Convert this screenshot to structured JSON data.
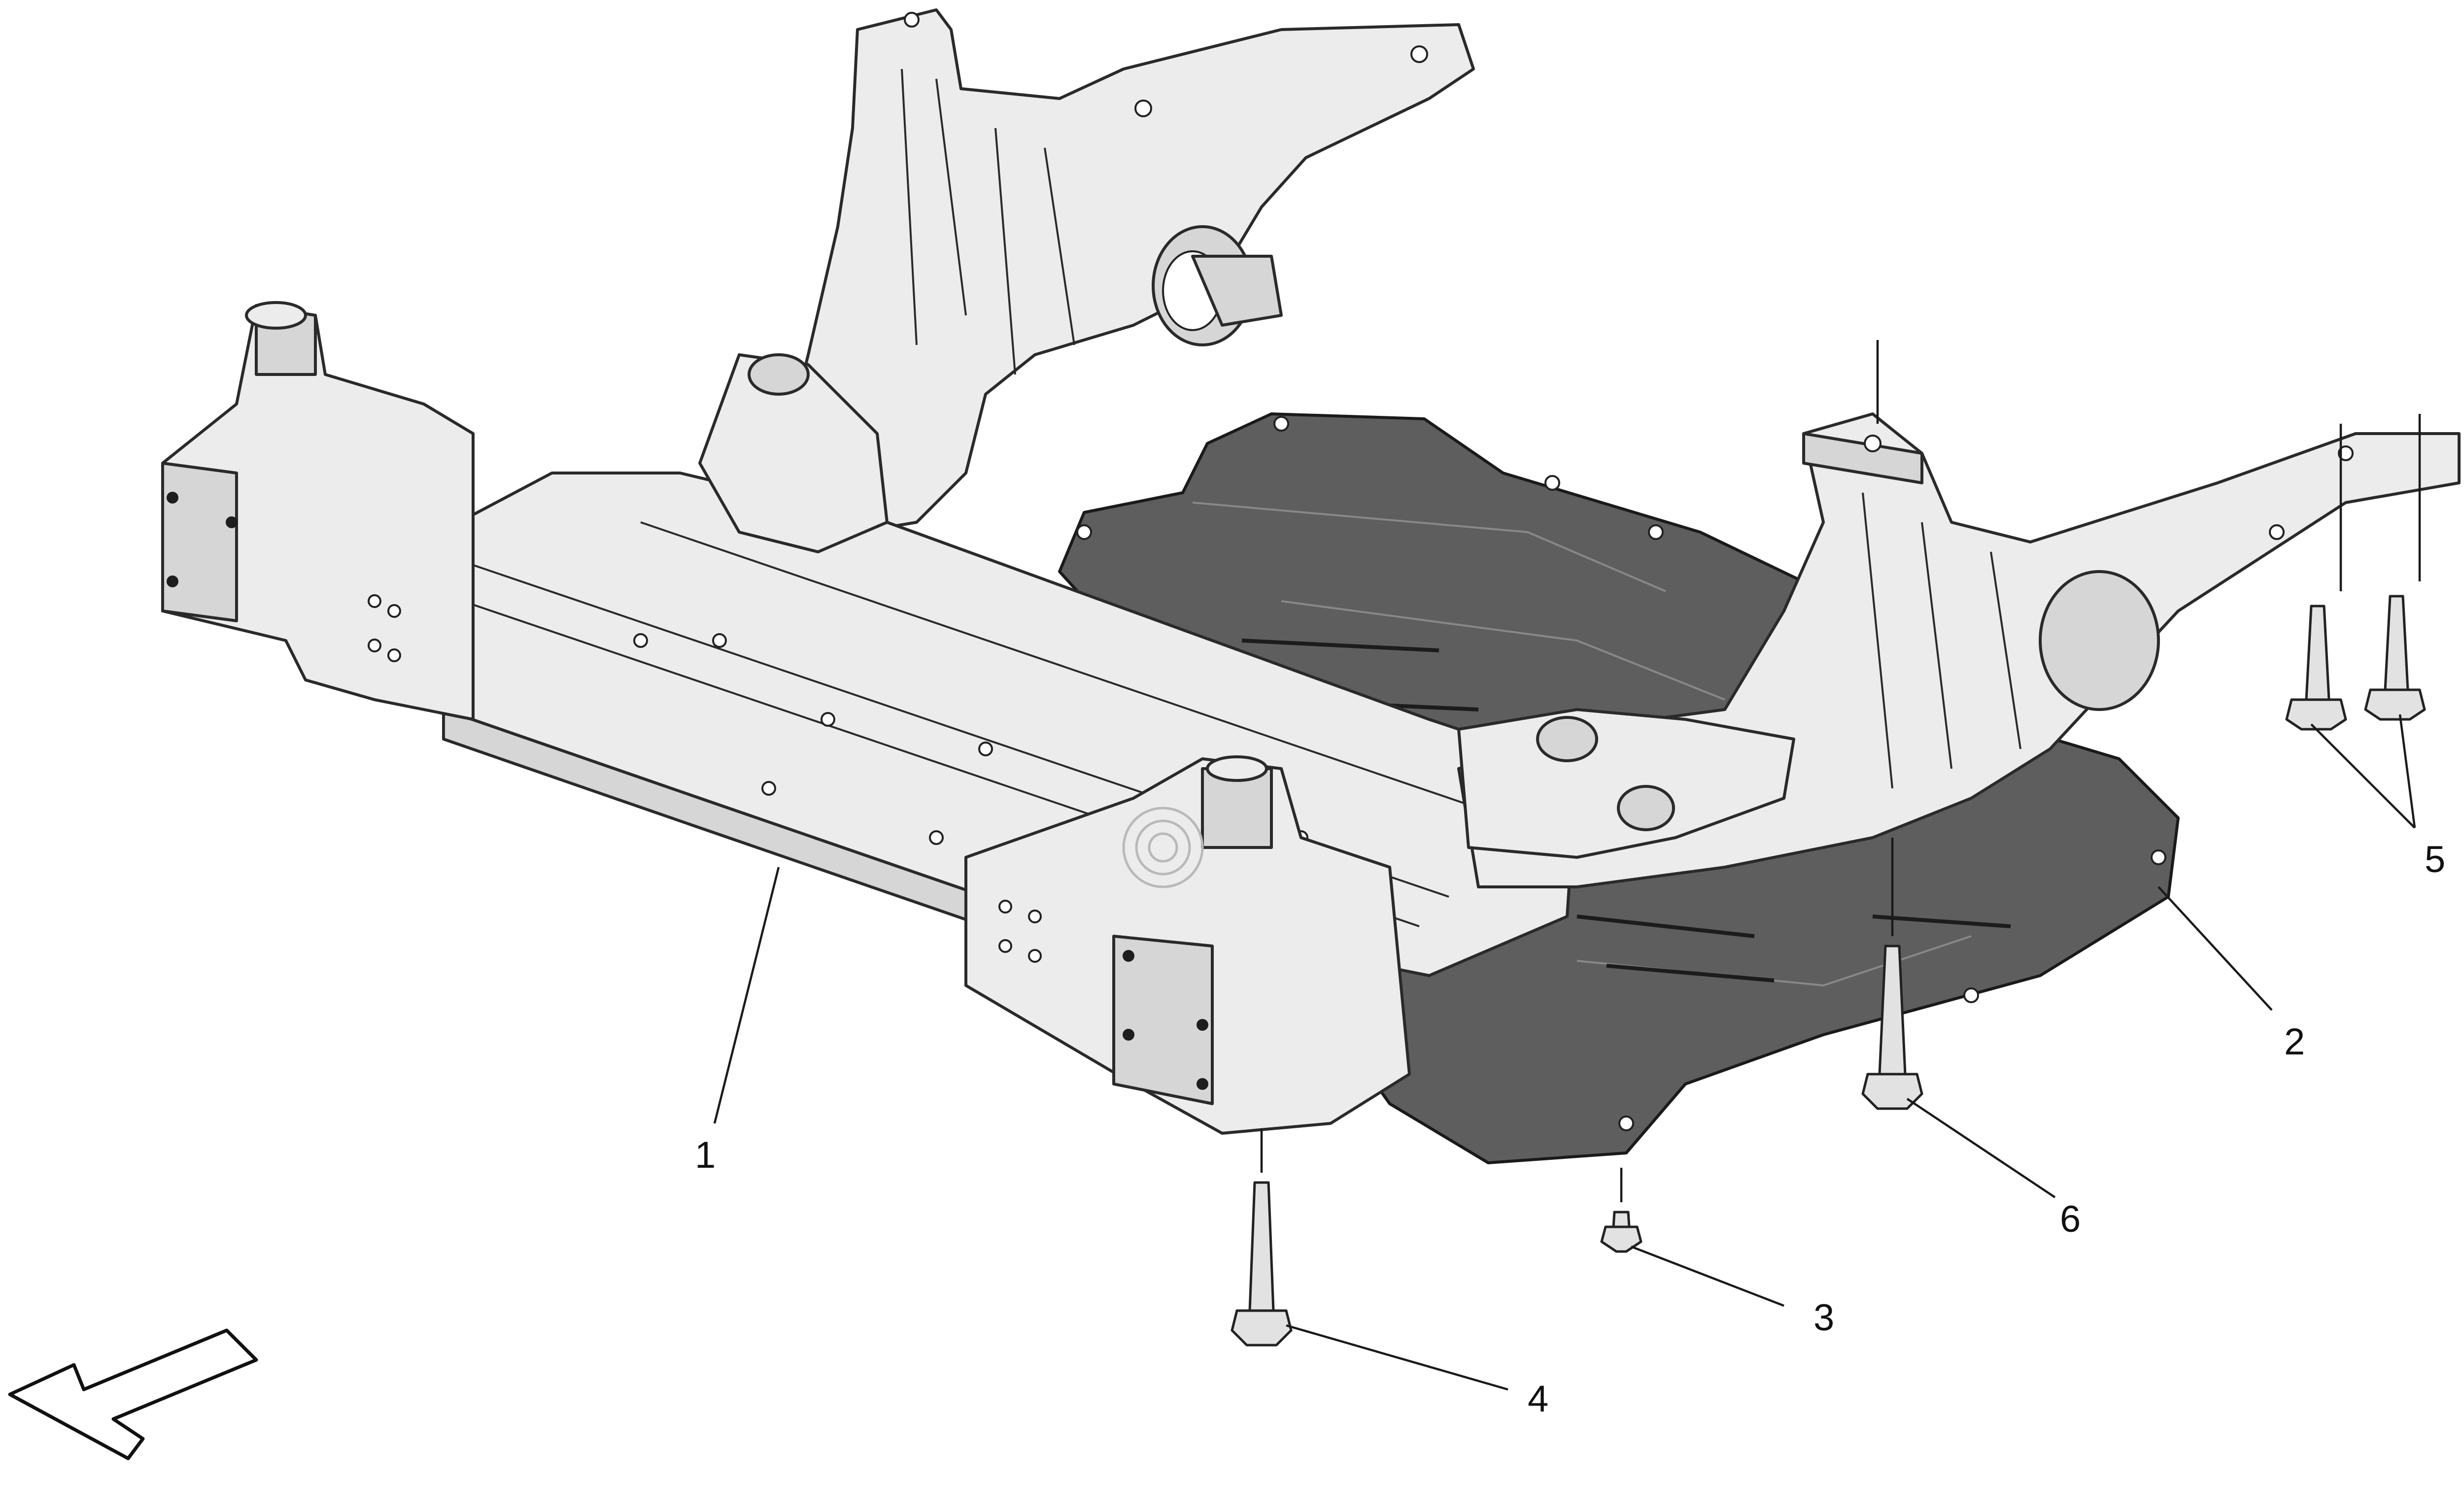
{
  "callouts": [
    {
      "id": "1",
      "label": "1"
    },
    {
      "id": "2",
      "label": "2"
    },
    {
      "id": "3",
      "label": "3"
    },
    {
      "id": "4",
      "label": "4"
    },
    {
      "id": "5",
      "label": "5"
    },
    {
      "id": "6",
      "label": "6"
    }
  ],
  "colors": {
    "part_fill": "#ececec",
    "underbody_panel": "#5e5e5e",
    "outline": "#2a2a2a",
    "background": "#ffffff"
  },
  "orientation_arrow": {
    "icon": "direction-arrow-icon"
  }
}
